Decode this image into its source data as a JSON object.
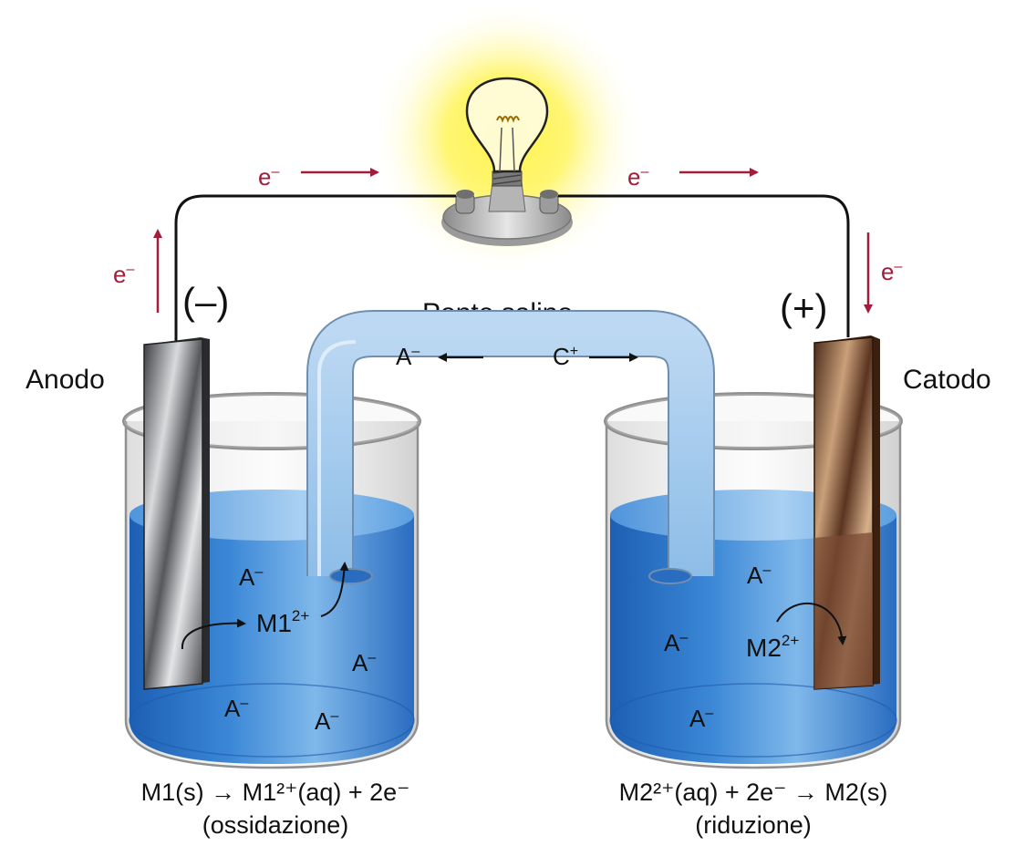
{
  "labels": {
    "anode": "Anodo",
    "cathode": "Catodo",
    "anode_sign": "(–)",
    "cathode_sign": "(+)",
    "salt_bridge": "Ponte salino",
    "electron": "e",
    "minus_sup": "–",
    "plus_sup": "+",
    "anion": "A",
    "cation": "C",
    "metal1_ion": "M1",
    "metal2_ion": "M2",
    "charge_2plus": "2+"
  },
  "equations": {
    "left_line1": "M1(s) → M1²⁺(aq) + 2e⁻",
    "left_line2": "(ossidazione)",
    "right_line1": "M2²⁺(aq) + 2e⁻ → M2(s)",
    "right_line2": "(riduzione)"
  },
  "colors": {
    "electron_arrow": "#a11d3a",
    "solution": "#2f76c9",
    "anode_metal": "#6d6f73",
    "cathode_metal": "#7a4b33",
    "bulb_glow": "#fff04a"
  }
}
